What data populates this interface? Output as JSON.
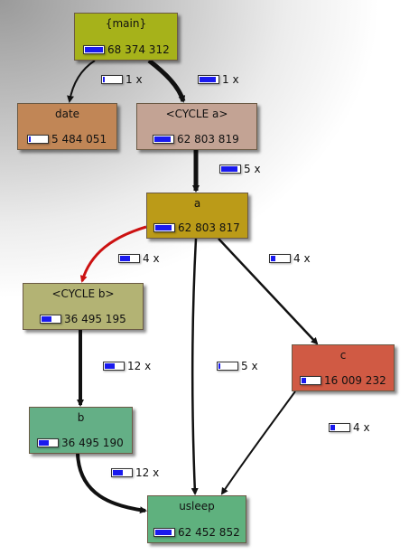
{
  "nodes": {
    "main": {
      "name": "{main}",
      "cost": "68 374 312",
      "fraction": 1.0,
      "color": "#a6b21a"
    },
    "date": {
      "name": "date",
      "cost": "5 484 051",
      "fraction": 0.08,
      "color": "#c18656"
    },
    "cyclea": {
      "name": "<CYCLE a>",
      "cost": "62 803 819",
      "fraction": 0.92,
      "color": "#c3a394"
    },
    "a": {
      "name": "a",
      "cost": "62 803 817",
      "fraction": 0.92,
      "color": "#bb9b18"
    },
    "cycleb": {
      "name": "<CYCLE b>",
      "cost": "36 495 195",
      "fraction": 0.53,
      "color": "#b3b374"
    },
    "c": {
      "name": "c",
      "cost": "16 009 232",
      "fraction": 0.23,
      "color": "#d05a44"
    },
    "b": {
      "name": "b",
      "cost": "36 495 190",
      "fraction": 0.53,
      "color": "#64af86"
    },
    "usleep": {
      "name": "usleep",
      "cost": "62 452 852",
      "fraction": 0.91,
      "color": "#5fb17e"
    }
  },
  "edges": {
    "main_date": {
      "calls": "1 x",
      "fraction": 0.08
    },
    "main_cyclea": {
      "calls": "1 x",
      "fraction": 0.92
    },
    "cyclea_a": {
      "calls": "5 x",
      "fraction": 0.92
    },
    "a_cycleb": {
      "calls": "4 x",
      "fraction": 0.53,
      "color": "#cc1111"
    },
    "a_c": {
      "calls": "4 x",
      "fraction": 0.23
    },
    "cycleb_b": {
      "calls": "12 x",
      "fraction": 0.53
    },
    "a_usleep": {
      "calls": "5 x",
      "fraction": 0.1
    },
    "c_usleep": {
      "calls": "4 x",
      "fraction": 0.23
    },
    "b_usleep": {
      "calls": "12 x",
      "fraction": 0.53
    }
  }
}
